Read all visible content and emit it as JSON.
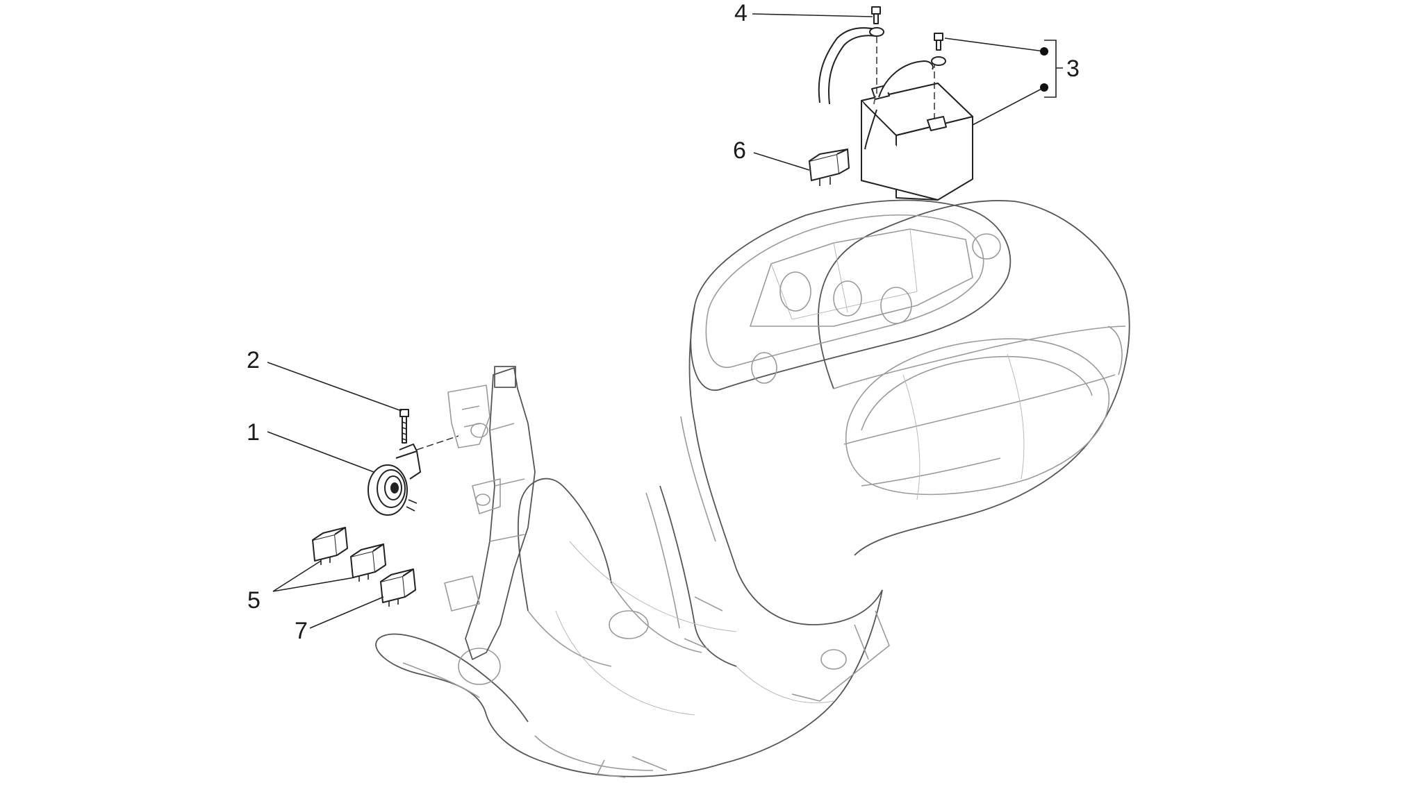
{
  "callouts": [
    {
      "id": "1",
      "label": "1"
    },
    {
      "id": "2",
      "label": "2"
    },
    {
      "id": "3",
      "label": "3"
    },
    {
      "id": "4",
      "label": "4"
    },
    {
      "id": "5",
      "label": "5"
    },
    {
      "id": "6",
      "label": "6"
    },
    {
      "id": "7",
      "label": "7"
    }
  ],
  "colors": {
    "line": "#222222",
    "frame": "#9a9a9a",
    "background": "#ffffff"
  }
}
